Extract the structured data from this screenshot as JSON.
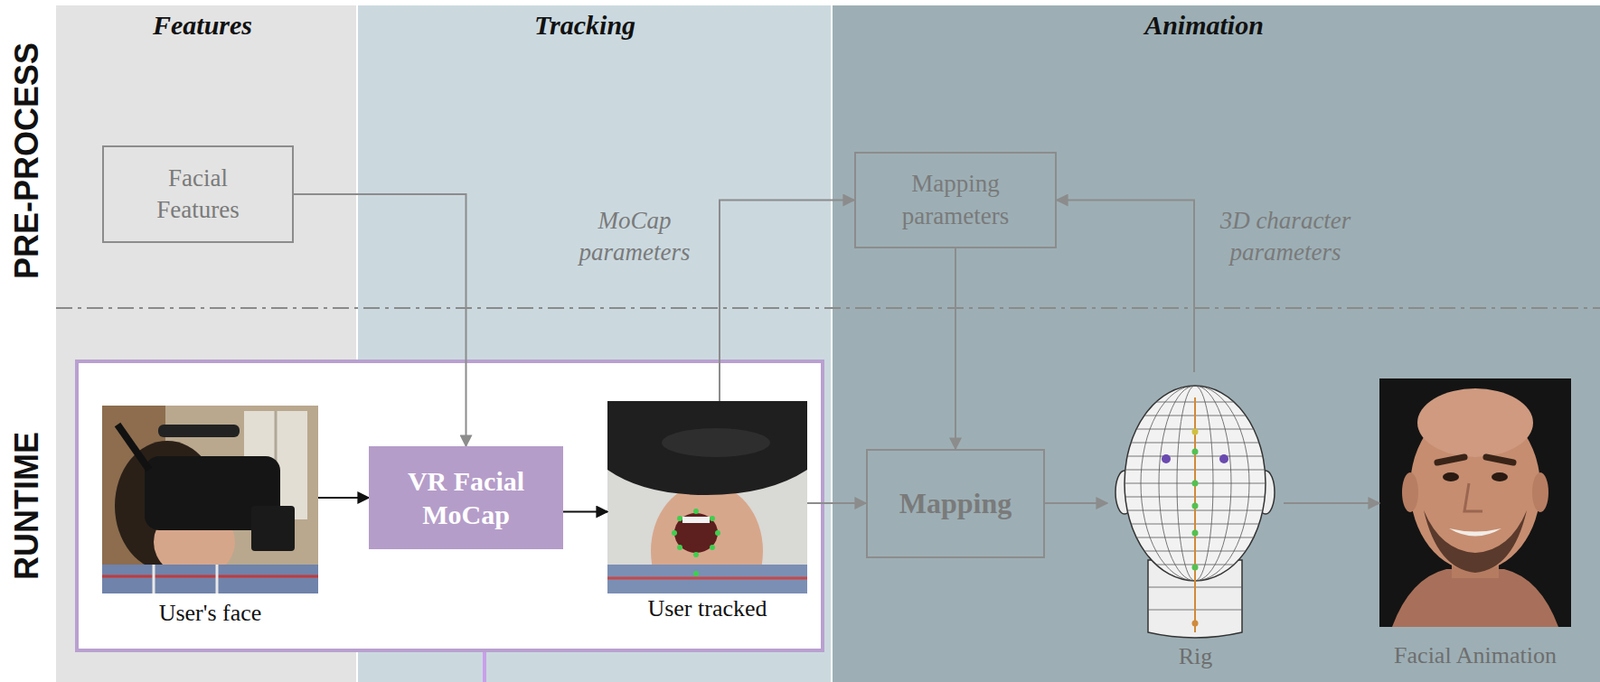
{
  "diagram": {
    "nodes": [
      {
        "text": [
          "Facial Features"
        ]
      },
      {
        "text": [
          "Mapping parameters"
        ]
      },
      {
        "text": [
          "User's face"
        ]
      },
      {
        "text": [
          "VR Facial MoCap"
        ]
      },
      {
        "text": [
          "User tracked"
        ]
      },
      {
        "text": [
          "Mapping"
        ]
      },
      {
        "text": [
          "Rig"
        ]
      },
      {
        "text": [
          "Facial Animation"
        ]
      }
    ],
    "edges": [
      {
        "from": 0,
        "to": 3,
        "arrow": "to"
      },
      {
        "from": 2,
        "to": 3,
        "arrow": "to"
      },
      {
        "from": 3,
        "to": 4,
        "arrow": "to"
      },
      {
        "from": 4,
        "to": 1,
        "arrow": "to",
        "label": "MoCap parameters"
      },
      {
        "from": 6,
        "to": 1,
        "arrow": "to",
        "label": "3D character parameters"
      },
      {
        "from": 1,
        "to": 5,
        "arrow": "to"
      },
      {
        "from": 4,
        "to": 5,
        "arrow": "to"
      },
      {
        "from": 5,
        "to": 6,
        "arrow": "to"
      },
      {
        "from": 6,
        "to": 7,
        "arrow": "to"
      }
    ],
    "labels": [
      "Features",
      "Tracking",
      "Animation",
      "PRE-PROCESS",
      "RUNTIME"
    ]
  }
}
